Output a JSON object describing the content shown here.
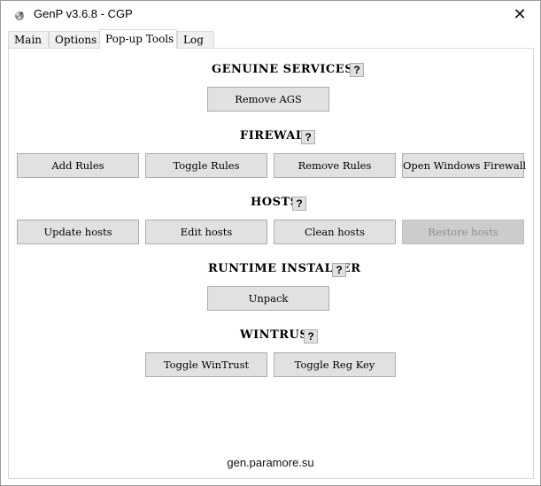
{
  "window": {
    "title": "GenP v3.6.8 - CGP",
    "close_glyph": "✕",
    "app_icon": "app-logo-icon"
  },
  "tabs": [
    {
      "label": "Main",
      "active": false
    },
    {
      "label": "Options",
      "active": false
    },
    {
      "label": "Pop-up Tools",
      "active": true
    },
    {
      "label": "Log",
      "active": false
    }
  ],
  "help_label": "?",
  "sections": {
    "genuine_services": {
      "title": "GENUINE SERVICES",
      "buttons": [
        "Remove AGS"
      ]
    },
    "firewall": {
      "title": "FIREWALL",
      "buttons": [
        "Add Rules",
        "Toggle Rules",
        "Remove Rules",
        "Open Windows Firewall"
      ]
    },
    "hosts": {
      "title": "HOSTS",
      "buttons": [
        "Update hosts",
        "Edit hosts",
        "Clean hosts",
        "Restore hosts"
      ]
    },
    "runtime_installer": {
      "title": "RUNTIME INSTALLER",
      "buttons": [
        "Unpack"
      ]
    },
    "wintrust": {
      "title": "WINTRUST",
      "buttons": [
        "Toggle WinTrust",
        "Toggle Reg Key"
      ]
    }
  },
  "footer": "gen.paramore.su",
  "colors": {
    "button_bg": "#e1e1e1",
    "button_border": "#adadad",
    "disabled_text": "#8d8d8d"
  }
}
